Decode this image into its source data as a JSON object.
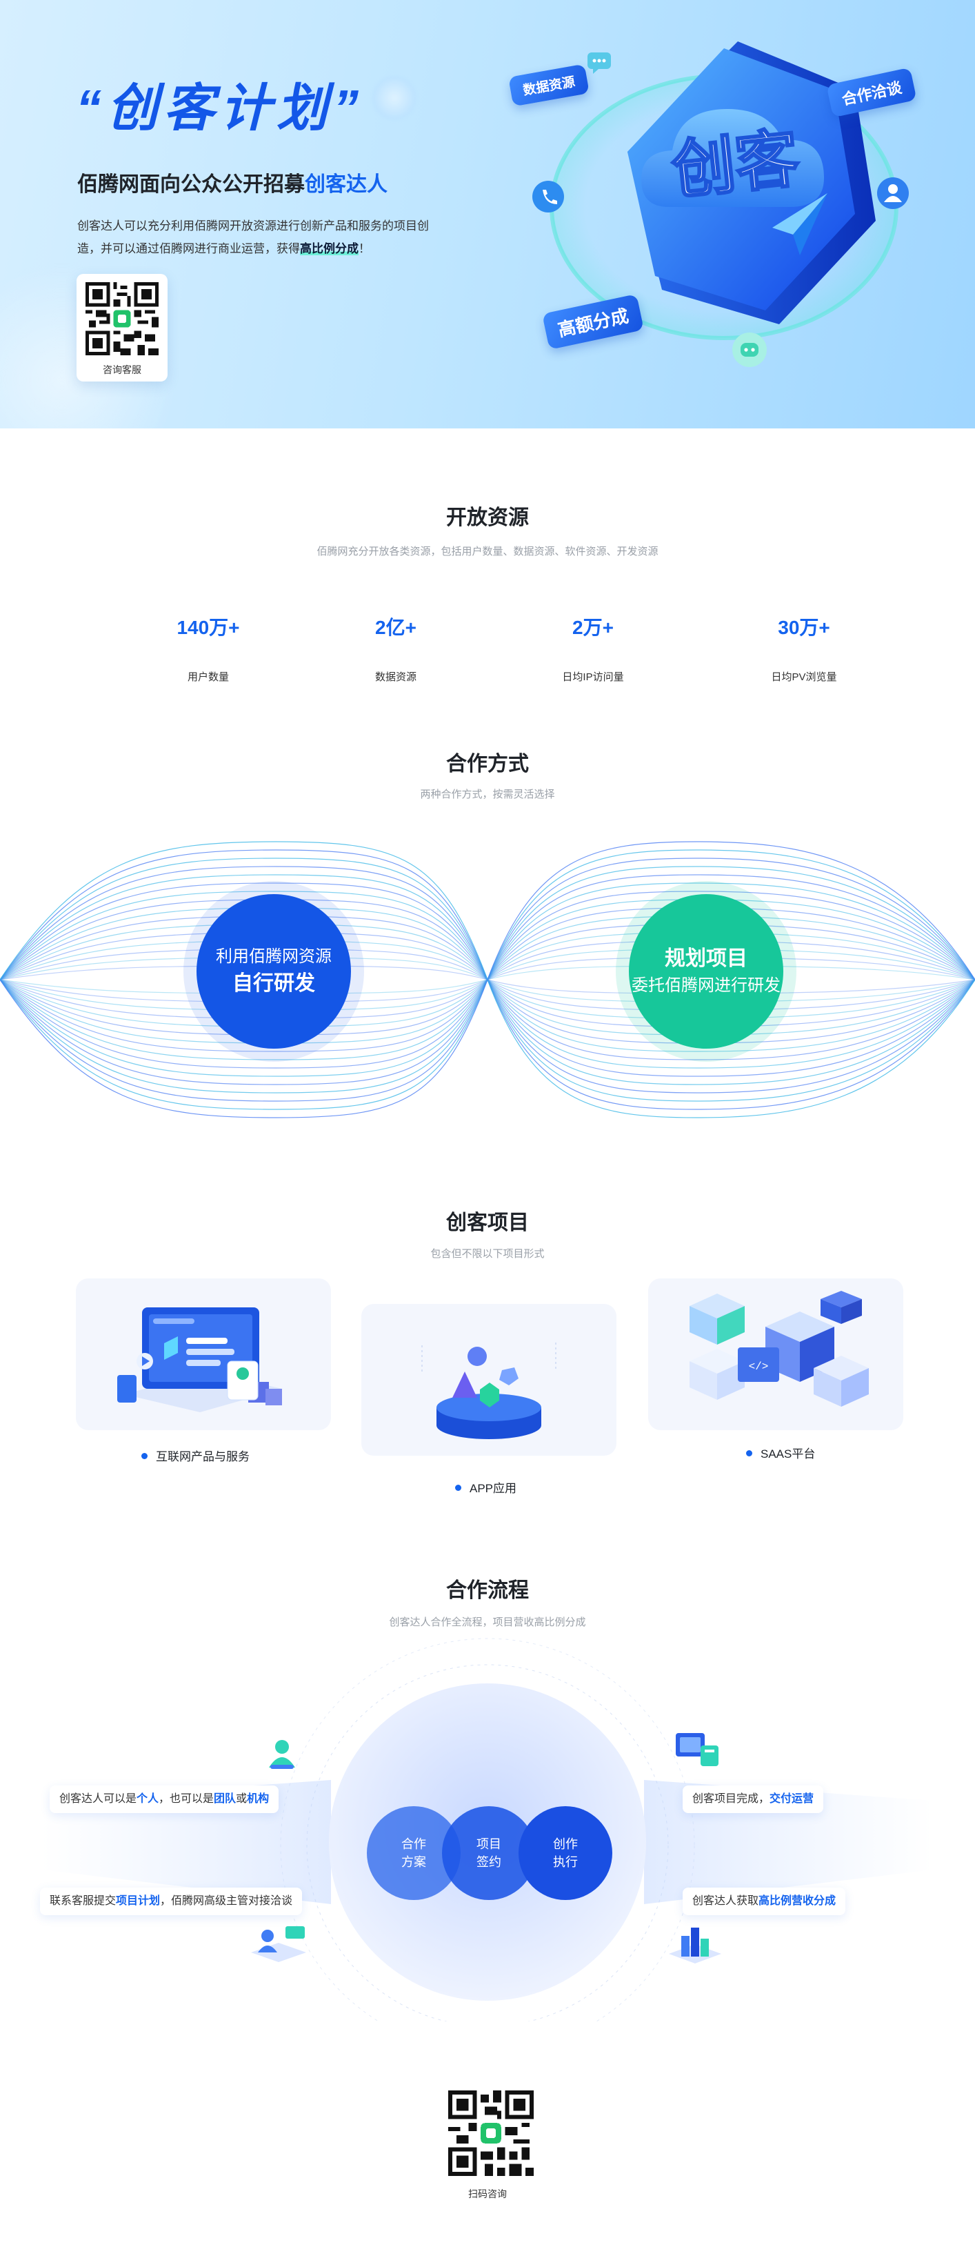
{
  "hero": {
    "title": "“创客计划”",
    "subtitle_prefix": "佰腾网面向公众公开招募",
    "subtitle_highlight": "创客达人",
    "desc_prefix": "创客达人可以充分利用佰腾网开放资源进行创新产品和服务的项目创造，并可以通过佰腾网进行商业运营，获得",
    "desc_highlight": "高比例分成",
    "desc_suffix": "！",
    "qr_caption": "咨询客服",
    "badge_main": "创客",
    "tags": [
      "数据资源",
      "合作洽谈",
      "高额分成"
    ],
    "colors": {
      "brand": "#1463ee",
      "accent": "#2fd4b8"
    }
  },
  "resources": {
    "title": "开放资源",
    "subtitle": "佰腾网充分开放各类资源，包括用户数量、数据资源、软件资源、开发资源",
    "stats": [
      {
        "value": "140万+",
        "label": "用户数量"
      },
      {
        "value": "2亿+",
        "label": "数据资源"
      },
      {
        "value": "2万+",
        "label": "日均IP访问量"
      },
      {
        "value": "30万+",
        "label": "日均PV浏览量"
      }
    ]
  },
  "cooperation": {
    "title": "合作方式",
    "subtitle": "两种合作方式，按需灵活选择",
    "modes": [
      {
        "line1": "利用佰腾网资源",
        "line2": "自行研发",
        "color": "#1456e6"
      },
      {
        "line1": "规划项目",
        "line2": "委托佰腾网进行研发",
        "color": "#17c79a"
      }
    ]
  },
  "projects": {
    "title": "创客项目",
    "subtitle": "包含但不限以下项目形式",
    "items": [
      {
        "label": "互联网产品与服务"
      },
      {
        "label": "APP应用"
      },
      {
        "label": "SAAS平台"
      }
    ]
  },
  "process": {
    "title": "合作流程",
    "subtitle": "创客达人合作全流程，项目营收高比例分成",
    "left_top": {
      "a": "创客达人可以是",
      "b": "个人",
      "c": "，也可以是",
      "d": "团队",
      "e": "或",
      "f": "机构"
    },
    "left_bottom": {
      "a": "联系客服提交",
      "b": "项目计划",
      "c": "，佰腾网高级主管对接洽谈"
    },
    "right_top": {
      "a": "创客项目完成，",
      "b": "交付运营"
    },
    "right_bottom": {
      "a": "创客达人获取",
      "b": "高比例营收分成"
    },
    "steps": [
      {
        "l1": "合作",
        "l2": "方案"
      },
      {
        "l1": "项目",
        "l2": "签约"
      },
      {
        "l1": "创作",
        "l2": "执行"
      }
    ]
  },
  "footer": {
    "qr_caption": "扫码咨询"
  }
}
